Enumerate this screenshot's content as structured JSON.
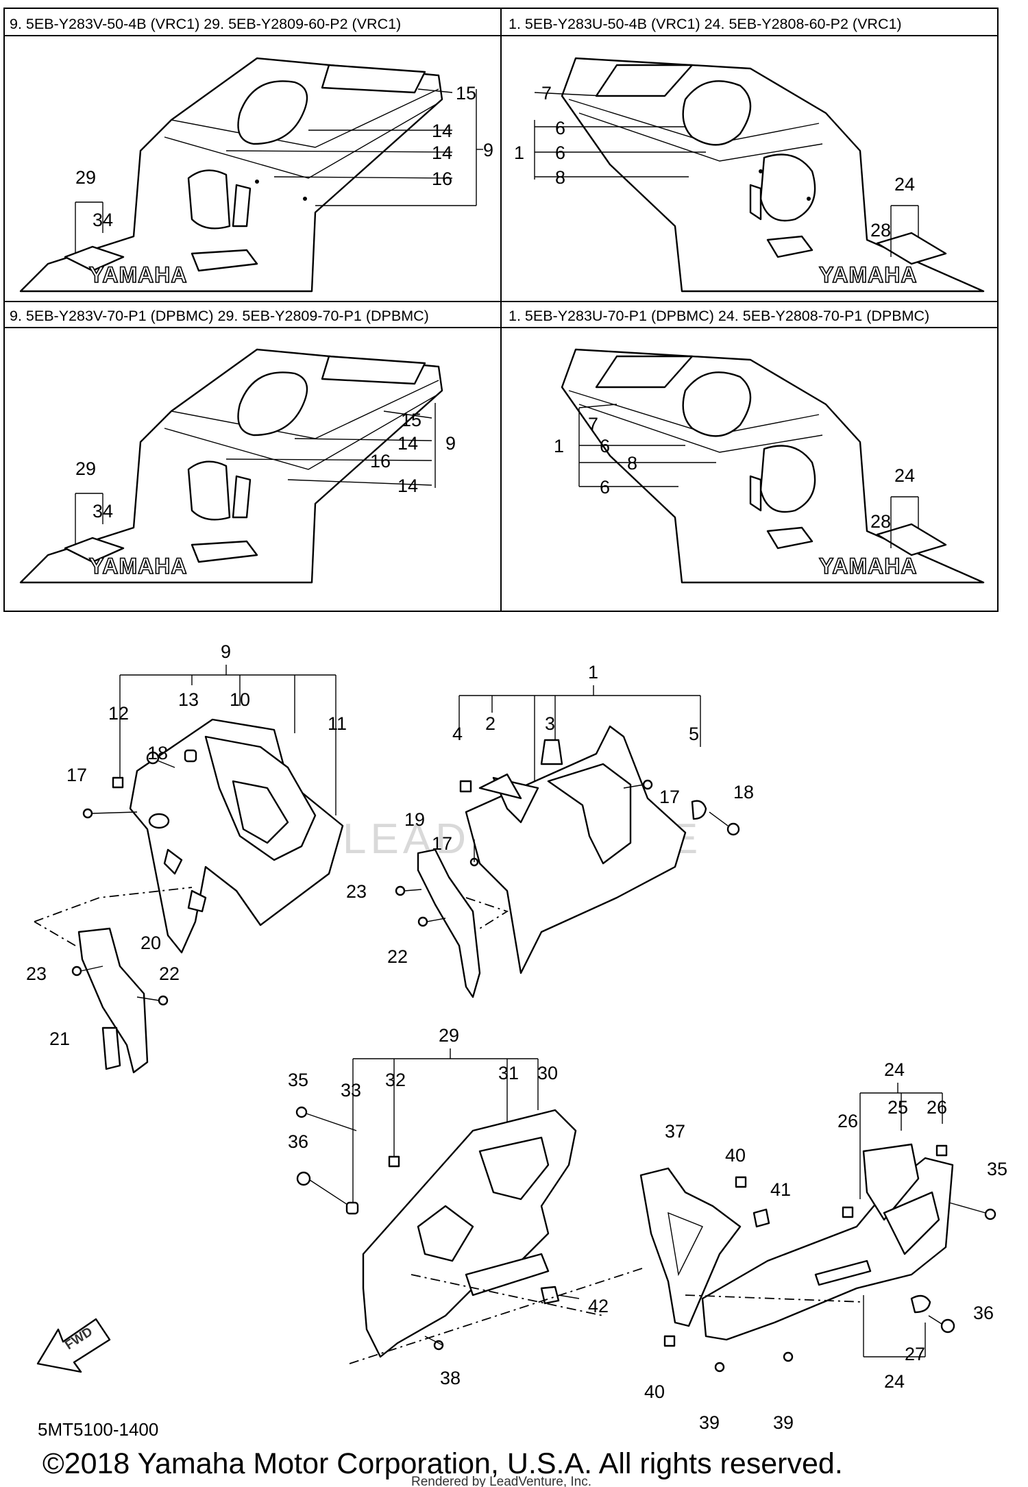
{
  "panels": {
    "top_left_header": "9. 5EB-Y283V-50-4B (VRC1)  29. 5EB-Y2809-60-P2 (VRC1)",
    "top_right_header": "1. 5EB-Y283U-50-4B (VRC1)  24. 5EB-Y2808-60-P2 (VRC1)",
    "mid_left_header": "9. 5EB-Y283V-70-P1 (DPBMC)  29. 5EB-Y2809-70-P1 (DPBMC)",
    "mid_right_header": "1. 5EB-Y283U-70-P1 (DPBMC)  24. 5EB-Y2808-70-P1 (DPBMC)",
    "brand_text": "YAMAHA",
    "tl_labels": {
      "a": "15",
      "b": "14",
      "c": "14",
      "d": "16",
      "group": "9",
      "p29": "29",
      "p34": "34"
    },
    "tr_labels": {
      "a": "7",
      "b": "6",
      "c": "6",
      "d": "8",
      "group": "1",
      "p24": "24",
      "p28": "28"
    },
    "ml_labels": {
      "a": "15",
      "b": "14",
      "c": "16",
      "d": "14",
      "group": "9",
      "p29": "29",
      "p34": "34"
    },
    "mr_labels": {
      "a": "7",
      "b": "6",
      "c": "8",
      "d": "6",
      "group": "1",
      "p24": "24",
      "p28": "28"
    }
  },
  "callouts": {
    "c1": "1",
    "c2": "2",
    "c3": "3",
    "c4": "4",
    "c5": "5",
    "c9": "9",
    "c10": "10",
    "c11": "11",
    "c12": "12",
    "c13": "13",
    "c17a": "17",
    "c17b": "17",
    "c17c": "17",
    "c18a": "18",
    "c18b": "18",
    "c19": "19",
    "c20": "20",
    "c21": "21",
    "c22a": "22",
    "c22b": "22",
    "c23a": "23",
    "c23b": "23",
    "c24a": "24",
    "c24b": "24",
    "c25": "25",
    "c26a": "26",
    "c26b": "26",
    "c27": "27",
    "c29": "29",
    "c30": "30",
    "c31": "31",
    "c32": "32",
    "c33": "33",
    "c35a": "35",
    "c35b": "35",
    "c36a": "36",
    "c36b": "36",
    "c37": "37",
    "c38": "38",
    "c39a": "39",
    "c39b": "39",
    "c40a": "40",
    "c40b": "40",
    "c41": "41",
    "c42": "42"
  },
  "fwd_label": "FWD",
  "diagram_code": "5MT5100-1400",
  "watermark": "LEADVENTURE",
  "copyright": "©2018 Yamaha Motor Corporation, U.S.A. All rights reserved.",
  "rendered_by": "Rendered by LeadVenture, Inc."
}
